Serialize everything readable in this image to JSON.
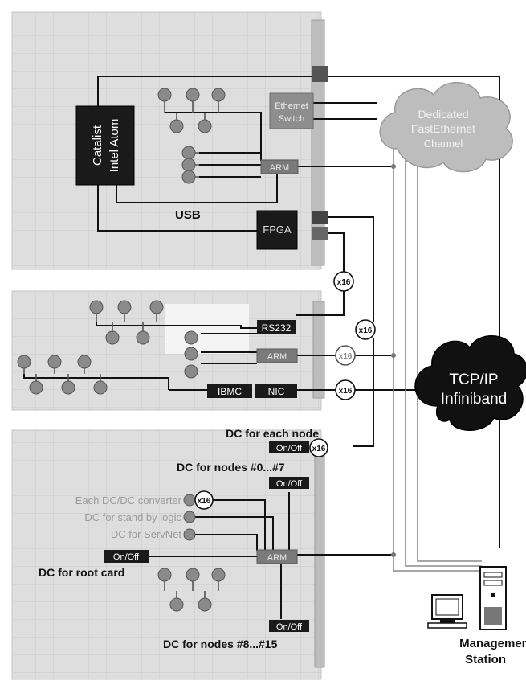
{
  "boards": {
    "top": {
      "catalist_line1": "Catalist",
      "catalist_line2": "Intel Atom",
      "ethernet_switch_line1": "Ethernet",
      "ethernet_switch_line2": "Switch",
      "arm": "ARM",
      "fpga": "FPGA",
      "usb": "USB"
    },
    "middle": {
      "rs232": "RS232",
      "arm": "ARM",
      "ibmc": "IBMC",
      "nic": "NIC"
    },
    "bottom": {
      "dc_each_node": "DC for each node",
      "on_off_each": "On/Off",
      "dc_nodes_0_7": "DC for nodes #0...#7",
      "on_off_0_7": "On/Off",
      "each_dcdc": "Each DC/DC converter",
      "dc_standby": "DC for stand by logic",
      "dc_servnet": "DC for ServNet",
      "on_off_root": "On/Off",
      "dc_root": "DC for root card",
      "arm": "ARM",
      "on_off_8_15": "On/Off",
      "dc_nodes_8_15": "DC for nodes #8...#15"
    }
  },
  "multipliers": {
    "m1": "x16",
    "m2": "x16",
    "m3": "x16",
    "m4": "x16",
    "m5": "x16",
    "m6": "x16"
  },
  "clouds": {
    "fast_ethernet_line1": "Dedicated",
    "fast_ethernet_line2": "FastEthernet",
    "fast_ethernet_line3": "Channel",
    "tcpip_line1": "TCP/IP",
    "tcpip_line2": "Infiniband"
  },
  "station": {
    "line1": "Management",
    "line2": "Station"
  },
  "colors": {
    "board": "#dcdcdc",
    "chip_dark": "#1a1a1a",
    "chip_gray": "#7a7a7a",
    "cloud_dark": "#111111",
    "cloud_light": "#bdbdbd"
  }
}
